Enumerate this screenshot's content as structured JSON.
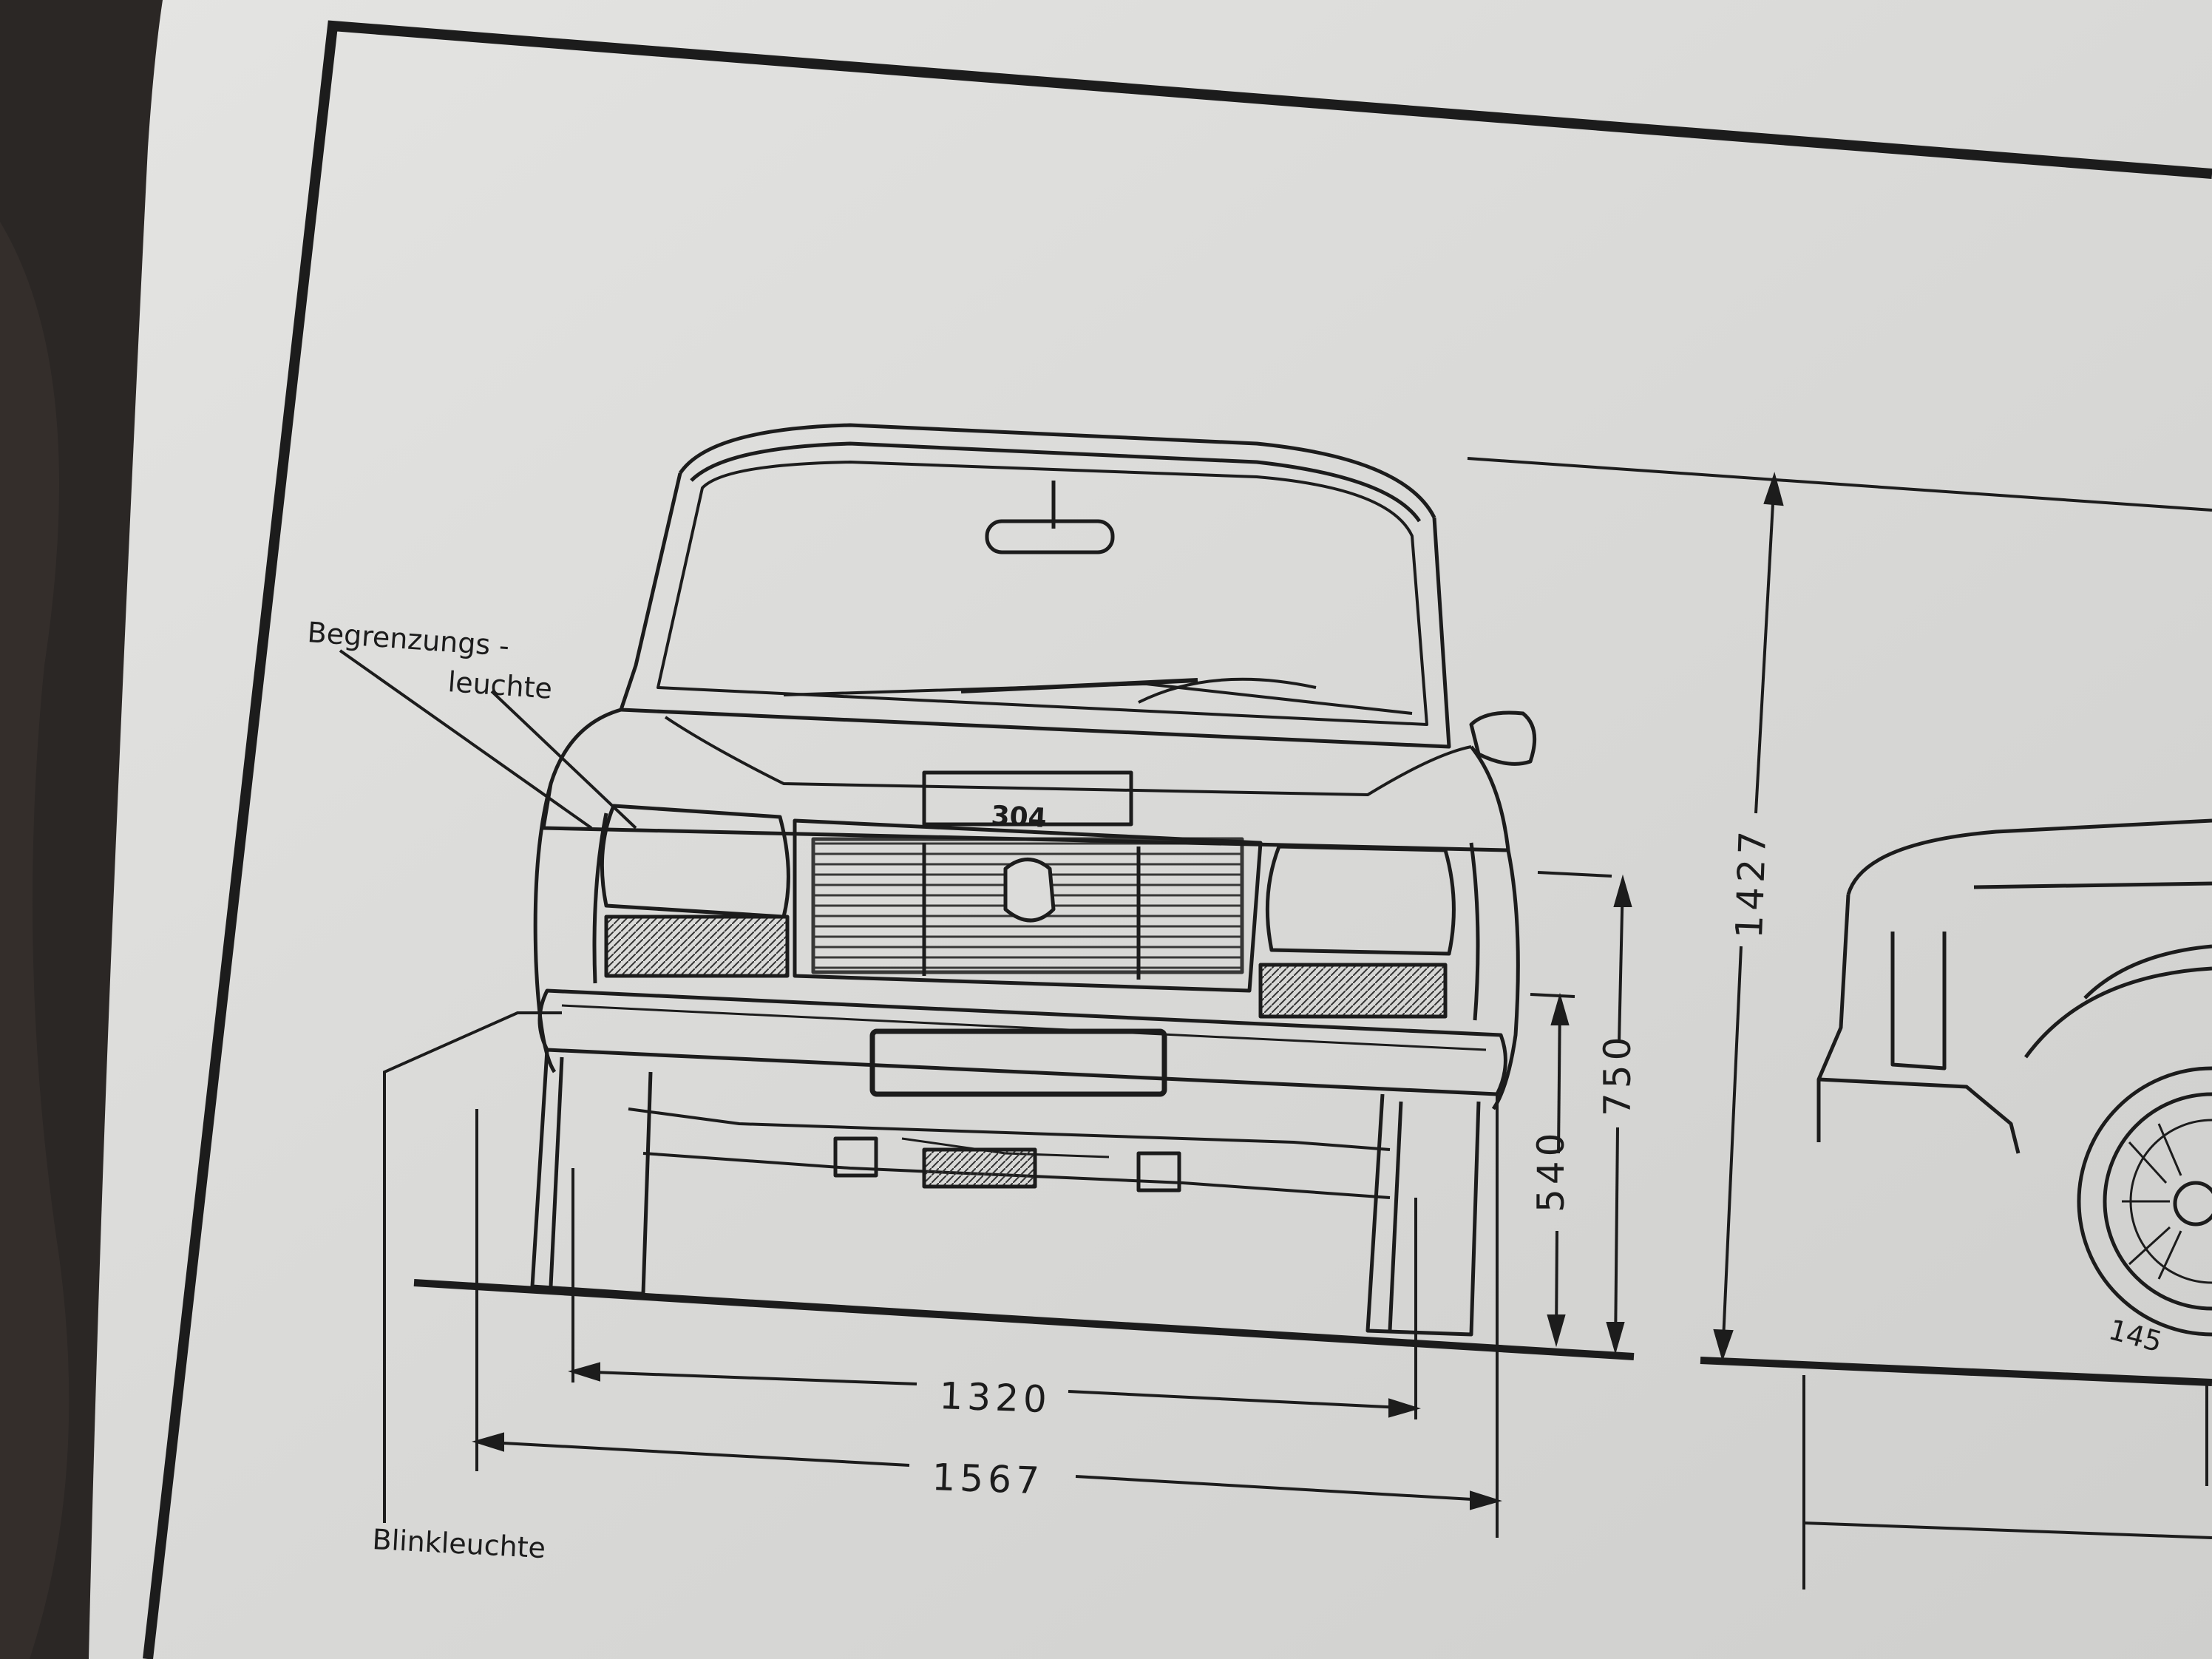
{
  "callouts": {
    "begrenzung_line1": "Begrenzungs -",
    "begrenzung_line2": "leuchte",
    "blinkleuchte": "Blinkleuchte"
  },
  "model_plate": "304",
  "dimensions": {
    "track": "1320",
    "overall_width": "1567",
    "height": "1427",
    "ground_to_bumper": "540",
    "ground_to_fender": "750",
    "tyre": "145"
  },
  "colors": {
    "paper": "#dcdcda",
    "ink": "#1c1c1c",
    "table": "#2b2725"
  }
}
